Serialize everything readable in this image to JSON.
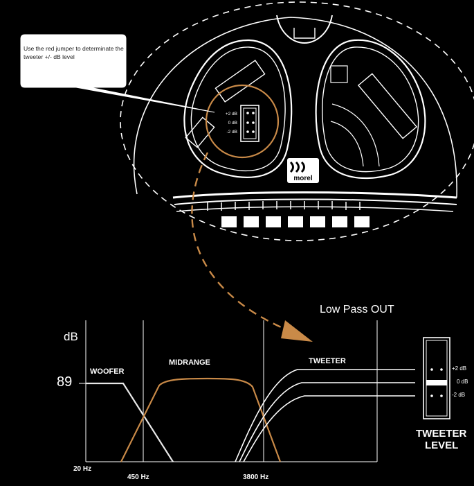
{
  "callout": {
    "text": "Use the red jumper to determinate the tweeter +/- dB level"
  },
  "jumper_board": {
    "labels": [
      "+2 dB",
      "0 dB",
      "-2 dB"
    ]
  },
  "logo": {
    "text": "morel"
  },
  "low_pass_label": "Low Pass OUT",
  "graph": {
    "y_unit": "dB",
    "level_value": "89",
    "band_labels": {
      "woofer": "WOOFER",
      "midrange": "MIDRANGE",
      "tweeter": "TWEETER"
    },
    "freq_ticks": [
      "20 Hz",
      "450 Hz",
      "3800 Hz"
    ],
    "tweeter_curve_labels": [
      "+2 dB",
      "0 dB",
      "-2 dB"
    ]
  },
  "tweeter_level": {
    "title_line1": "TWEETER",
    "title_line2": "LEVEL"
  },
  "colors": {
    "accent": "#c98a48",
    "line": "#ffffff",
    "background": "#000000"
  }
}
